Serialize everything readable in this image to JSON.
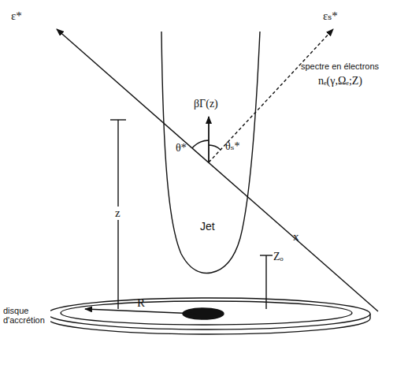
{
  "diagram": {
    "labels": [
      "ε*",
      "εₛ*",
      "βΓ(z)",
      "θ*",
      "θₛ*",
      "spectre en électrons",
      "nₑ(γ,Ωₑ;Z)",
      "z",
      "Jet",
      "x",
      "Zₒ",
      "R",
      "disque d'accrétion"
    ]
  }
}
